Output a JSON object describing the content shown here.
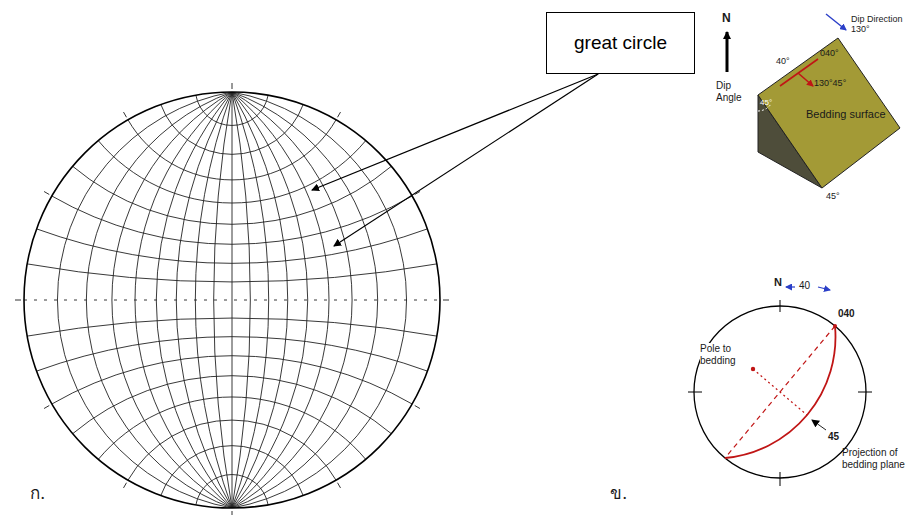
{
  "diagram": {
    "nodes": [
      {
        "text": [
          "great circle"
        ]
      }
    ],
    "labels": [
      "ก.",
      "ข.",
      "N",
      "40°",
      "040°",
      "Dip Direction 130°",
      "Dip Angle",
      "45°",
      "130°45°",
      "Bedding surface",
      "45°",
      "N",
      "40",
      "040",
      "Pole to bedding",
      "45",
      "Projection of bedding plane"
    ]
  }
}
